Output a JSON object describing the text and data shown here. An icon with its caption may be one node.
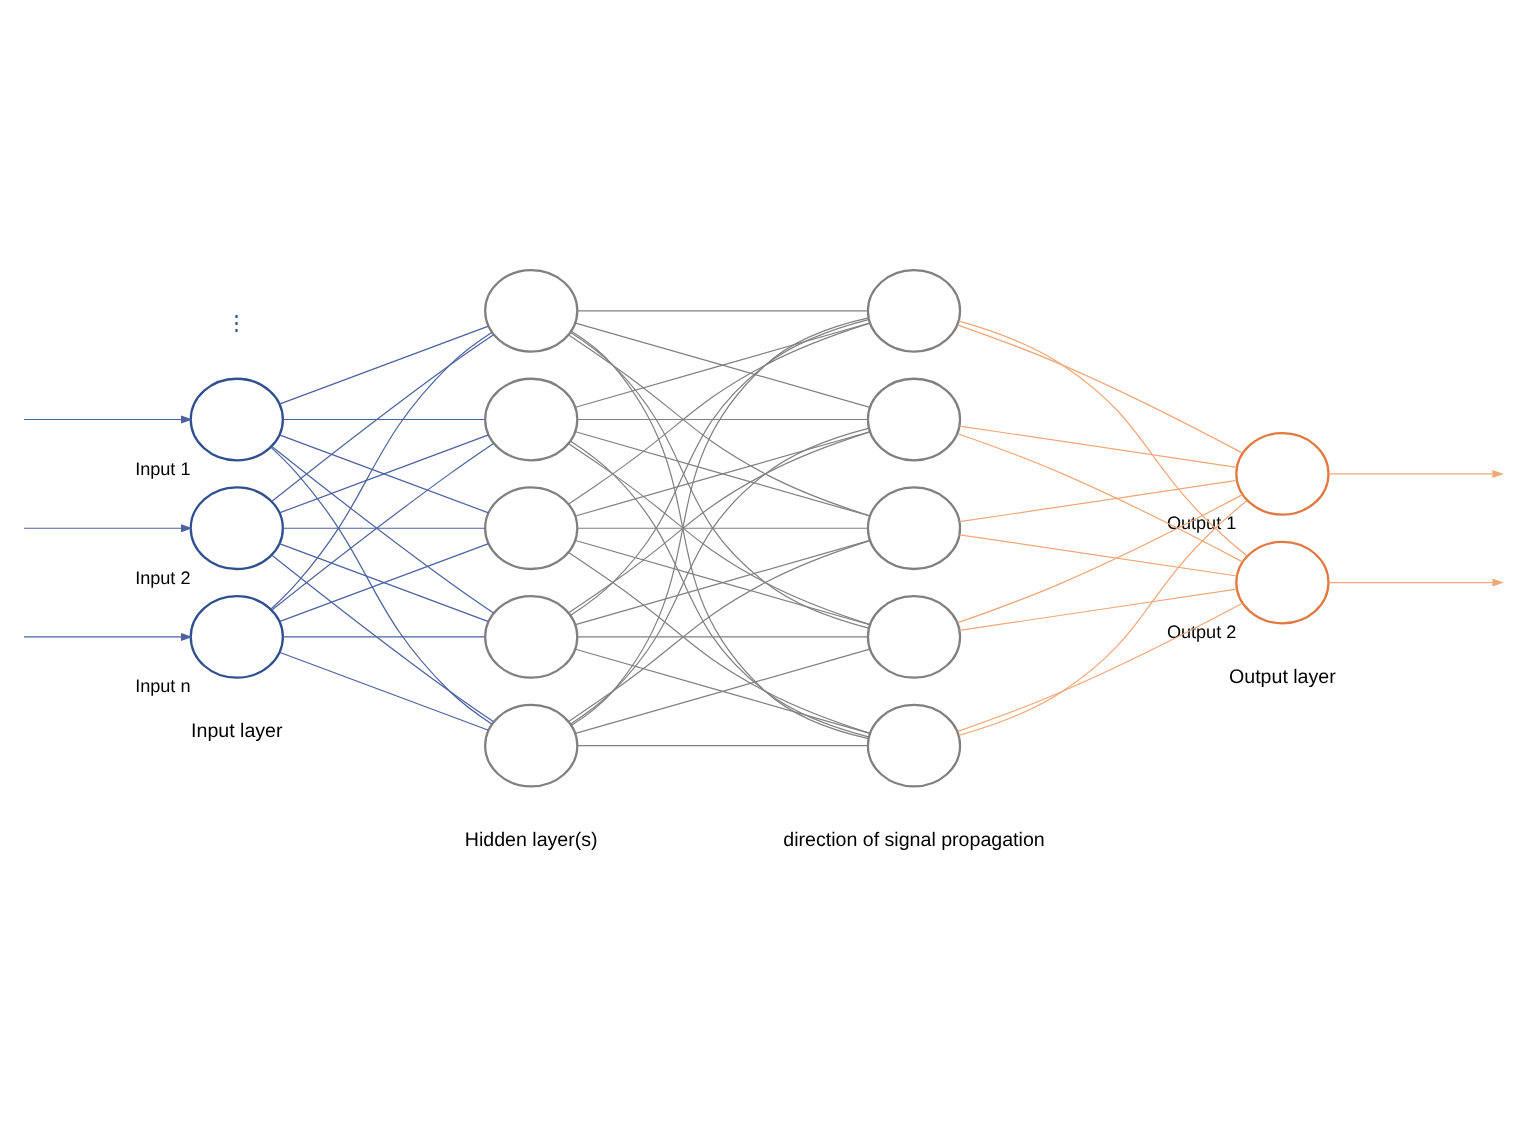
{
  "diagram": {
    "nodes": [
      {
        "text": [],
        "shape": "circle",
        "beside": [
          "Input 1"
        ]
      },
      {
        "text": [],
        "shape": "circle",
        "beside": [
          "Input 2"
        ]
      },
      {
        "text": [],
        "shape": "circle",
        "beside": [
          "Input n"
        ]
      },
      {
        "text": [],
        "shape": "circle"
      },
      {
        "text": [],
        "shape": "circle"
      },
      {
        "text": [],
        "shape": "circle"
      },
      {
        "text": [],
        "shape": "circle"
      },
      {
        "text": [],
        "shape": "circle"
      },
      {
        "text": [],
        "shape": "circle"
      },
      {
        "text": [],
        "shape": "circle"
      },
      {
        "text": [],
        "shape": "circle"
      },
      {
        "text": [],
        "shape": "circle"
      },
      {
        "text": [],
        "shape": "circle"
      },
      {
        "text": [],
        "shape": "circle",
        "beside": [
          "Output 1"
        ]
      },
      {
        "text": [],
        "shape": "circle",
        "beside": [
          "Output 2"
        ]
      }
    ],
    "edges": [
      {
        "from": null,
        "to": 0,
        "arrow": "to",
        "color": "#4a62a0"
      },
      {
        "from": null,
        "to": 1,
        "arrow": "to",
        "color": "#4a62a0"
      },
      {
        "from": null,
        "to": 2,
        "arrow": "to",
        "color": "#4a62a0"
      },
      {
        "from": 0,
        "to": 3,
        "arrow": "none",
        "color": "#4a62a0"
      },
      {
        "from": 0,
        "to": 4,
        "arrow": "none",
        "color": "#4a62a0"
      },
      {
        "from": 0,
        "to": 5,
        "arrow": "none",
        "color": "#4a62a0"
      },
      {
        "from": 0,
        "to": 6,
        "arrow": "none",
        "color": "#4a62a0"
      },
      {
        "from": 0,
        "to": 7,
        "arrow": "none",
        "color": "#4a62a0"
      },
      {
        "from": 1,
        "to": 3,
        "arrow": "none",
        "color": "#4a62a0"
      },
      {
        "from": 1,
        "to": 4,
        "arrow": "none",
        "color": "#4a62a0"
      },
      {
        "from": 1,
        "to": 5,
        "arrow": "none",
        "color": "#4a62a0"
      },
      {
        "from": 1,
        "to": 6,
        "arrow": "none",
        "color": "#4a62a0"
      },
      {
        "from": 1,
        "to": 7,
        "arrow": "none",
        "color": "#4a62a0"
      },
      {
        "from": 2,
        "to": 3,
        "arrow": "none",
        "color": "#4a62a0"
      },
      {
        "from": 2,
        "to": 4,
        "arrow": "none",
        "color": "#4a62a0"
      },
      {
        "from": 2,
        "to": 5,
        "arrow": "none",
        "color": "#4a62a0"
      },
      {
        "from": 2,
        "to": 6,
        "arrow": "none",
        "color": "#4a62a0"
      },
      {
        "from": 2,
        "to": 7,
        "arrow": "none",
        "color": "#4a62a0"
      },
      {
        "from": 3,
        "to": 8,
        "arrow": "none"
      },
      {
        "from": 3,
        "to": 9,
        "arrow": "none"
      },
      {
        "from": 3,
        "to": 10,
        "arrow": "none"
      },
      {
        "from": 3,
        "to": 11,
        "arrow": "none"
      },
      {
        "from": 3,
        "to": 12,
        "arrow": "none"
      },
      {
        "from": 4,
        "to": 8,
        "arrow": "none"
      },
      {
        "from": 4,
        "to": 9,
        "arrow": "none"
      },
      {
        "from": 4,
        "to": 10,
        "arrow": "none"
      },
      {
        "from": 4,
        "to": 11,
        "arrow": "none"
      },
      {
        "from": 4,
        "to": 12,
        "arrow": "none"
      },
      {
        "from": 5,
        "to": 8,
        "arrow": "none"
      },
      {
        "from": 5,
        "to": 9,
        "arrow": "none"
      },
      {
        "from": 5,
        "to": 10,
        "arrow": "none"
      },
      {
        "from": 5,
        "to": 11,
        "arrow": "none"
      },
      {
        "from": 5,
        "to": 12,
        "arrow": "none"
      },
      {
        "from": 6,
        "to": 8,
        "arrow": "none"
      },
      {
        "from": 6,
        "to": 9,
        "arrow": "none"
      },
      {
        "from": 6,
        "to": 10,
        "arrow": "none"
      },
      {
        "from": 6,
        "to": 11,
        "arrow": "none"
      },
      {
        "from": 6,
        "to": 12,
        "arrow": "none"
      },
      {
        "from": 7,
        "to": 8,
        "arrow": "none"
      },
      {
        "from": 7,
        "to": 9,
        "arrow": "none"
      },
      {
        "from": 7,
        "to": 10,
        "arrow": "none"
      },
      {
        "from": 7,
        "to": 11,
        "arrow": "none"
      },
      {
        "from": 7,
        "to": 12,
        "arrow": "none"
      },
      {
        "from": 8,
        "to": 13,
        "arrow": "none",
        "color": "#f0a878"
      },
      {
        "from": 8,
        "to": 14,
        "arrow": "none",
        "color": "#f0a878"
      },
      {
        "from": 9,
        "to": 13,
        "arrow": "none",
        "color": "#f0a878"
      },
      {
        "from": 9,
        "to": 14,
        "arrow": "none",
        "color": "#f0a878"
      },
      {
        "from": 10,
        "to": 13,
        "arrow": "none",
        "color": "#f0a878"
      },
      {
        "from": 10,
        "to": 14,
        "arrow": "none",
        "color": "#f0a878"
      },
      {
        "from": 11,
        "to": 13,
        "arrow": "none",
        "color": "#f0a878"
      },
      {
        "from": 11,
        "to": 14,
        "arrow": "none",
        "color": "#f0a878"
      },
      {
        "from": 12,
        "to": 13,
        "arrow": "none",
        "color": "#f0a878"
      },
      {
        "from": 12,
        "to": 14,
        "arrow": "none",
        "color": "#f0a878"
      },
      {
        "from": 13,
        "to": null,
        "arrow": "to",
        "color": "#f0a878"
      },
      {
        "from": 14,
        "to": null,
        "arrow": "to",
        "color": "#f0a878"
      }
    ],
    "labels": [
      "Input layer",
      "Hidden layer(s)",
      "Output layer",
      "⋮",
      "direction of signal propagation"
    ]
  }
}
